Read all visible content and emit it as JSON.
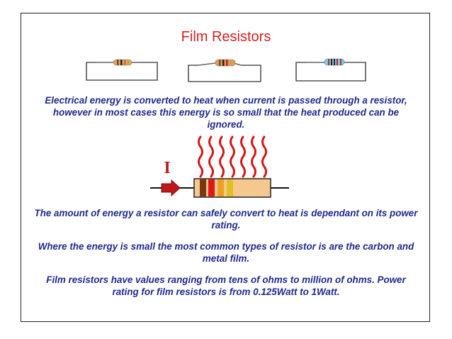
{
  "slide": {
    "title": "Film Resistors",
    "paragraph_1": "Electrical energy is converted to heat when current is passed through a resistor, however in most cases this energy is so small that the heat produced can be ignored.",
    "paragraph_2": "The amount of energy a resistor can safely convert to heat is dependant on its power rating.",
    "paragraph_3": "Where the energy is small the most common types of resistor is are the carbon and metal film.",
    "paragraph_4": "Film resistors have values ranging from tens of ohms to million of ohms. Power rating for film resistors is from 0.125Watt to 1Watt.",
    "current_symbol": "I"
  },
  "colors": {
    "title": "#d42020",
    "text": "#1f2a8c",
    "heat_waves": "#d41818",
    "arrow": "#c01818",
    "resistor_body": "#f5c890"
  },
  "icons": [
    "carbon-film-resistor-icon",
    "carbon-film-resistor-icon",
    "metal-film-resistor-icon",
    "heat-wave-icon",
    "current-arrow-icon"
  ]
}
